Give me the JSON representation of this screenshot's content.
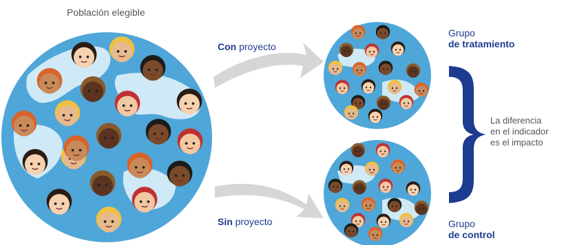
{
  "population": {
    "title": "Población elegible"
  },
  "arrows": {
    "with_project": {
      "bold": "Con",
      "rest": " proyecto"
    },
    "without_project": {
      "bold": "Sin",
      "rest": " proyecto"
    }
  },
  "groups": {
    "treatment": {
      "line1": "Grupo",
      "line2": "de tratamiento"
    },
    "control": {
      "line1": "Grupo",
      "line2": "de control"
    }
  },
  "difference": {
    "line1": "La diferencia",
    "line2": "en el indicador",
    "line3": "es el impacto"
  },
  "colors": {
    "ocean": "#4fa6d8",
    "land": "#d4ecf7",
    "accent": "#1d3b8f",
    "arrow": "#d6d6d6",
    "text": "#555555"
  }
}
